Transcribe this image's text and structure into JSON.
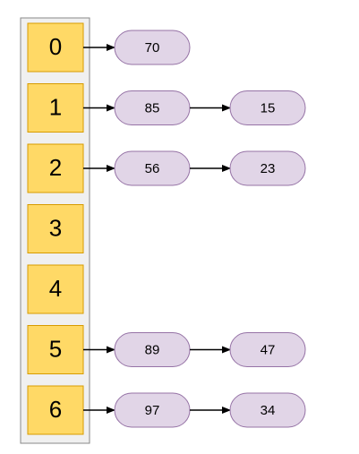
{
  "hash_table": {
    "slots": [
      {
        "index": "0",
        "chain": [
          "70"
        ]
      },
      {
        "index": "1",
        "chain": [
          "85",
          "15"
        ]
      },
      {
        "index": "2",
        "chain": [
          "56",
          "23"
        ]
      },
      {
        "index": "3",
        "chain": []
      },
      {
        "index": "4",
        "chain": []
      },
      {
        "index": "5",
        "chain": [
          "89",
          "47"
        ]
      },
      {
        "index": "6",
        "chain": [
          "97",
          "34"
        ]
      }
    ]
  },
  "colors": {
    "container_fill": "#f0f0f0",
    "container_stroke": "#888888",
    "slot_fill": "#ffd966",
    "slot_stroke": "#d79b00",
    "node_fill": "#e1d5e7",
    "node_stroke": "#9673a6",
    "arrow": "#000000"
  }
}
